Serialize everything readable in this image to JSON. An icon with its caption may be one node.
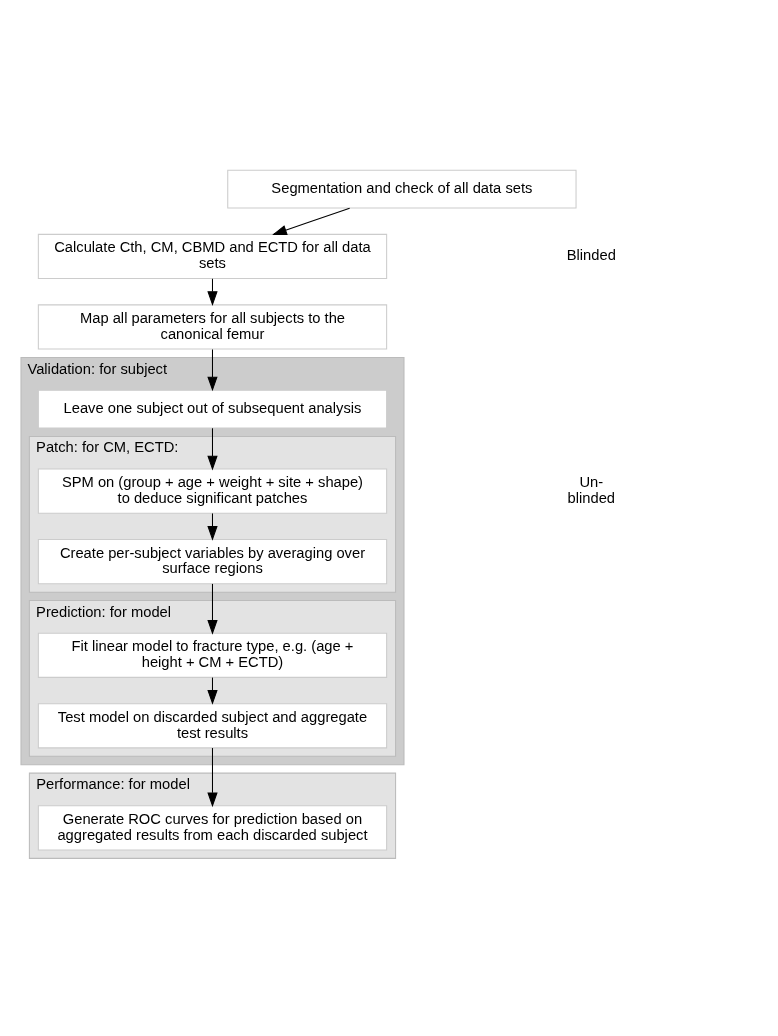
{
  "diagram": {
    "nodes": [
      {
        "text": [
          "Segmentation and check of all data sets"
        ]
      },
      {
        "text": [
          "Calculate Cth, CM, CBMD and ECTD for all data sets"
        ]
      },
      {
        "text": [
          "Map all parameters for all subjects to the canonical femur"
        ]
      },
      {
        "text": [
          "Validation: for subject"
        ]
      },
      {
        "text": [
          "Leave one subject out of subsequent analysis"
        ],
        "in": 3
      },
      {
        "text": [
          "Patch: for CM, ECTD:"
        ],
        "in": 3
      },
      {
        "text": [
          "SPM on (group + age + weight + site + shape) to deduce significant patches"
        ],
        "in": 5
      },
      {
        "text": [
          "Create per-subject variables by averaging over surface regions"
        ],
        "in": 5
      },
      {
        "text": [
          "Prediction: for model"
        ],
        "in": 3
      },
      {
        "text": [
          "Fit linear model to fracture type, e.g. (age + height + CM + ECTD)"
        ],
        "in": 8
      },
      {
        "text": [
          "Test model on discarded subject and aggregate test results"
        ],
        "in": 8
      },
      {
        "text": [
          "Performance: for model"
        ]
      },
      {
        "text": [
          "Generate ROC curves for prediction based on aggregated results from each discarded subject"
        ],
        "in": 11
      }
    ],
    "edges": [
      {
        "from": 0,
        "to": 1,
        "arrow": "to"
      },
      {
        "from": 1,
        "to": 2,
        "arrow": "to"
      },
      {
        "from": 2,
        "to": 4,
        "arrow": "to"
      },
      {
        "from": 4,
        "to": 6,
        "arrow": "to"
      },
      {
        "from": 6,
        "to": 7,
        "arrow": "to"
      },
      {
        "from": 7,
        "to": 9,
        "arrow": "to"
      },
      {
        "from": 9,
        "to": 10,
        "arrow": "to"
      },
      {
        "from": 10,
        "to": 12,
        "arrow": "to"
      }
    ],
    "labels": [
      "Blinded",
      "Un- blinded"
    ]
  }
}
